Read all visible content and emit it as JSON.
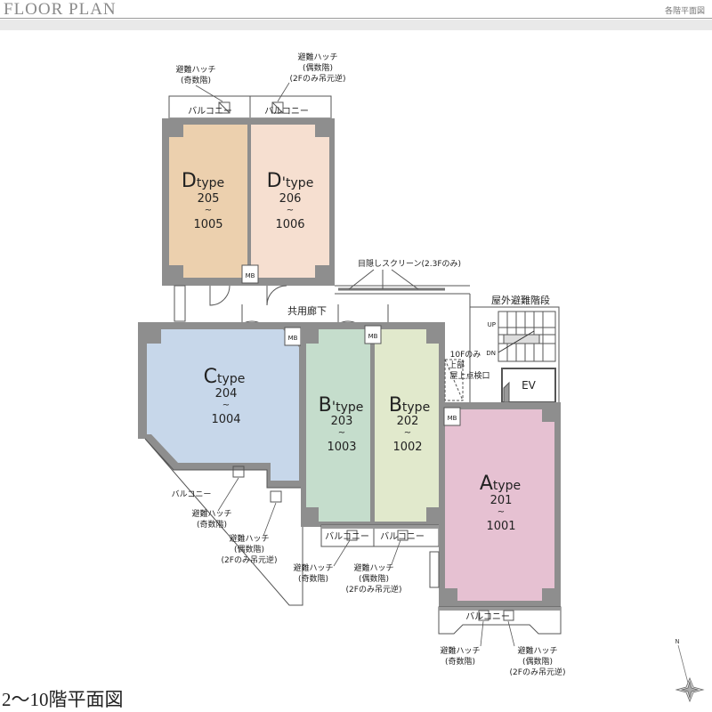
{
  "header": {
    "title": "FLOOR PLAN",
    "section": "各階平面図"
  },
  "footer": {
    "caption": "2〜10階平面図"
  },
  "units": [
    {
      "letter": "D",
      "prime": "",
      "type": "type",
      "first": "205",
      "tilde": "~",
      "last": "1005",
      "color": "#ecd0ae"
    },
    {
      "letter": "D",
      "prime": "'",
      "type": "type",
      "first": "206",
      "tilde": "~",
      "last": "1006",
      "color": "#f6dfd0"
    },
    {
      "letter": "C",
      "prime": "",
      "type": "type",
      "first": "204",
      "tilde": "~",
      "last": "1004",
      "color": "#c7d7ea"
    },
    {
      "letter": "B",
      "prime": "'",
      "type": "type",
      "first": "203",
      "tilde": "~",
      "last": "1003",
      "color": "#c5ddcc"
    },
    {
      "letter": "B",
      "prime": "",
      "type": "type",
      "first": "202",
      "tilde": "~",
      "last": "1002",
      "color": "#e1e9cc"
    },
    {
      "letter": "A",
      "prime": "",
      "type": "type",
      "first": "201",
      "tilde": "~",
      "last": "1001",
      "color": "#e6c1d2"
    }
  ],
  "labels": {
    "balcony": "バルコニー",
    "mb": "MB",
    "ev": "EV",
    "corridor": "共用廊下",
    "screen": "目隠しスクリーン(2.3Fのみ)",
    "outdoor_stair": "屋外避難階段",
    "up": "UP",
    "dn": "DN",
    "roof_line1": "10Fのみ",
    "roof_line2": "上部",
    "roof_line3": "屋上点検口",
    "hatch_odd_1": "避難ハッチ",
    "hatch_odd_2": "(奇数階)",
    "hatch_even_1": "避難ハッチ",
    "hatch_even_2": "(偶数階)",
    "hatch_even_3": "(2Fのみ吊元逆)",
    "north": "N"
  },
  "colors": {
    "wall": "#8e8e8e",
    "wall_dark": "#6f6f6f",
    "line": "#555555"
  }
}
